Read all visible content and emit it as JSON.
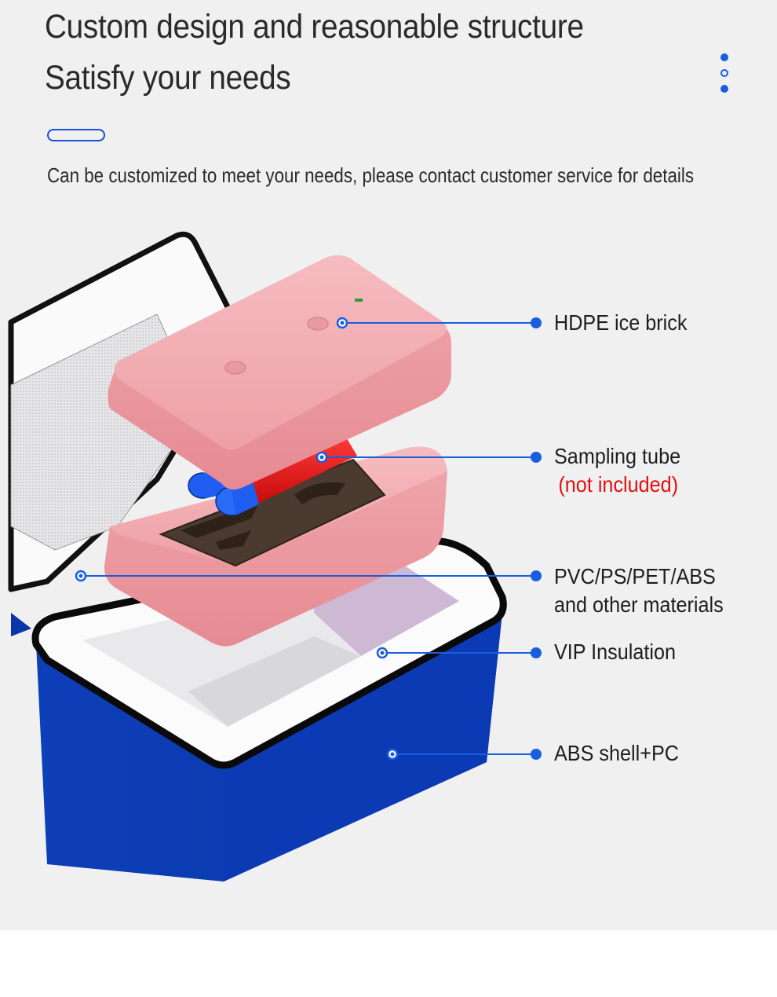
{
  "header": {
    "title_line1": "Custom design and reasonable structure",
    "title_line2": "Satisfy your needs",
    "subtitle": "Can be customized to meet your needs, please contact customer service for details"
  },
  "colors": {
    "accent": "#1a5ee0",
    "shell": "#0a38b8",
    "pink": "#f2a6ab",
    "note_red": "#e01010"
  },
  "callouts": [
    {
      "label": "HDPE ice brick"
    },
    {
      "label": "Sampling tube",
      "note": "(not included)"
    },
    {
      "label": "PVC/PS/PET/ABS",
      "label_line2": "and other materials"
    },
    {
      "label": "VIP Insulation"
    },
    {
      "label": "ABS shell+PC"
    }
  ]
}
